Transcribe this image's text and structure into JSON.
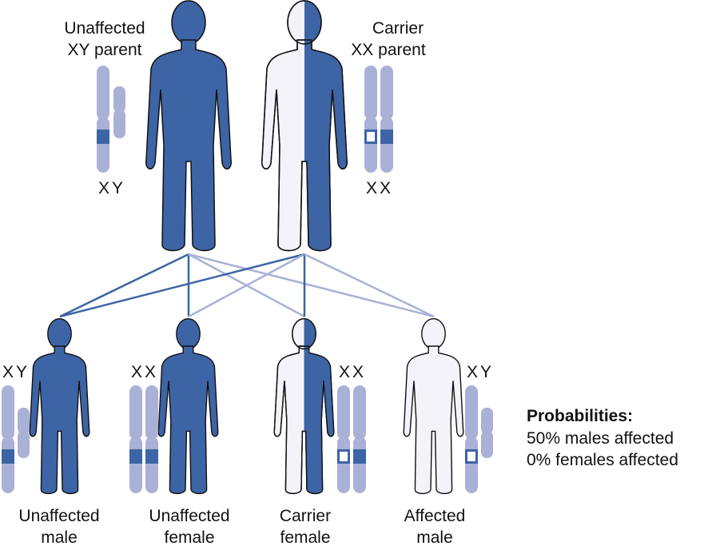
{
  "colors": {
    "affected_fill": "#3d65a5",
    "unaffected_fill": "#f3f3f9",
    "chromosome": "#a9b1d6",
    "line_dark": "#3d65a5",
    "line_light": "#a9b1d6"
  },
  "parents": {
    "father": {
      "label_line1": "Unaffected",
      "label_line2": "XY parent",
      "chromosomes": "XY"
    },
    "mother": {
      "label_line1": "Carrier",
      "label_line2": "XX parent",
      "chromosomes": "XX"
    }
  },
  "children": [
    {
      "chromosomes": "XY",
      "label_line1": "Unaffected",
      "label_line2": "male"
    },
    {
      "chromosomes": "XX",
      "label_line1": "Unaffected",
      "label_line2": "female"
    },
    {
      "chromosomes": "XX",
      "label_line1": "Carrier",
      "label_line2": "female"
    },
    {
      "chromosomes": "XY",
      "label_line1": "Affected",
      "label_line2": "male"
    }
  ],
  "probabilities": {
    "title": "Probabilities:",
    "line1": "50% males affected",
    "line2": "0% females affected"
  }
}
